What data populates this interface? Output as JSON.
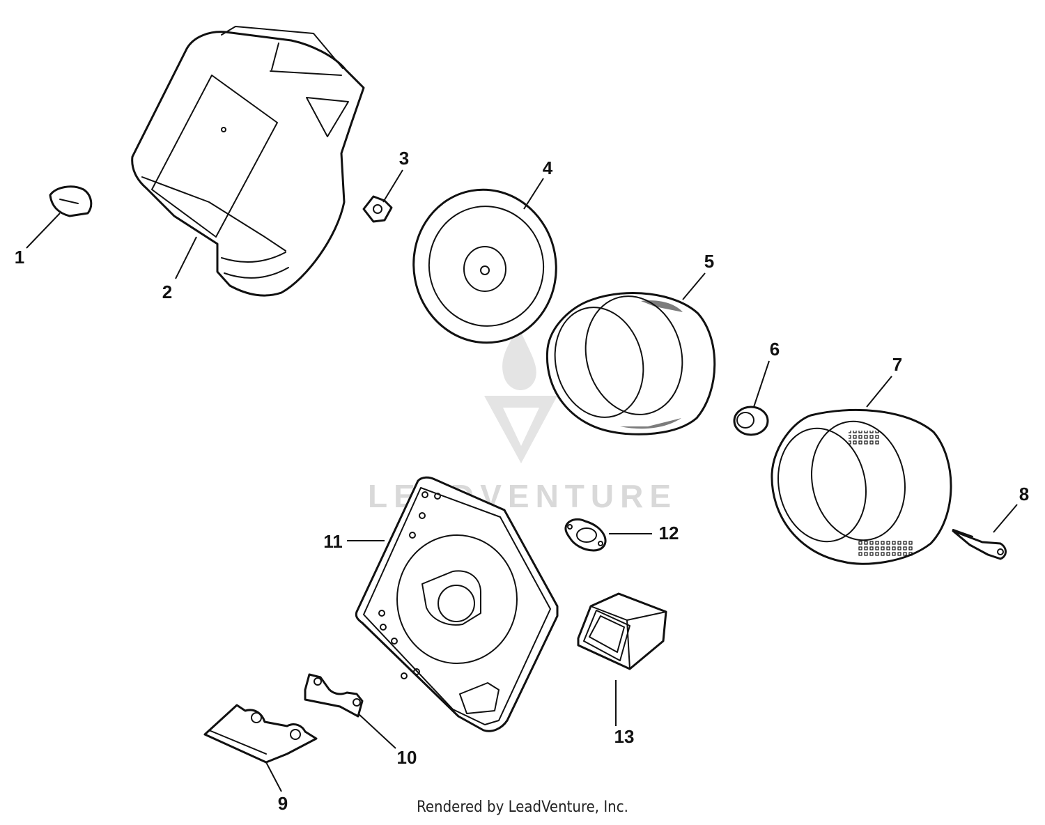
{
  "watermark": {
    "text": "LEADVENTURE"
  },
  "credit": "Rendered by LeadVenture, Inc.",
  "callouts": [
    {
      "number": "1"
    },
    {
      "number": "2"
    },
    {
      "number": "3"
    },
    {
      "number": "4"
    },
    {
      "number": "5"
    },
    {
      "number": "6"
    },
    {
      "number": "7"
    },
    {
      "number": "8"
    },
    {
      "number": "9"
    },
    {
      "number": "10"
    },
    {
      "number": "11"
    },
    {
      "number": "12"
    },
    {
      "number": "13"
    }
  ]
}
